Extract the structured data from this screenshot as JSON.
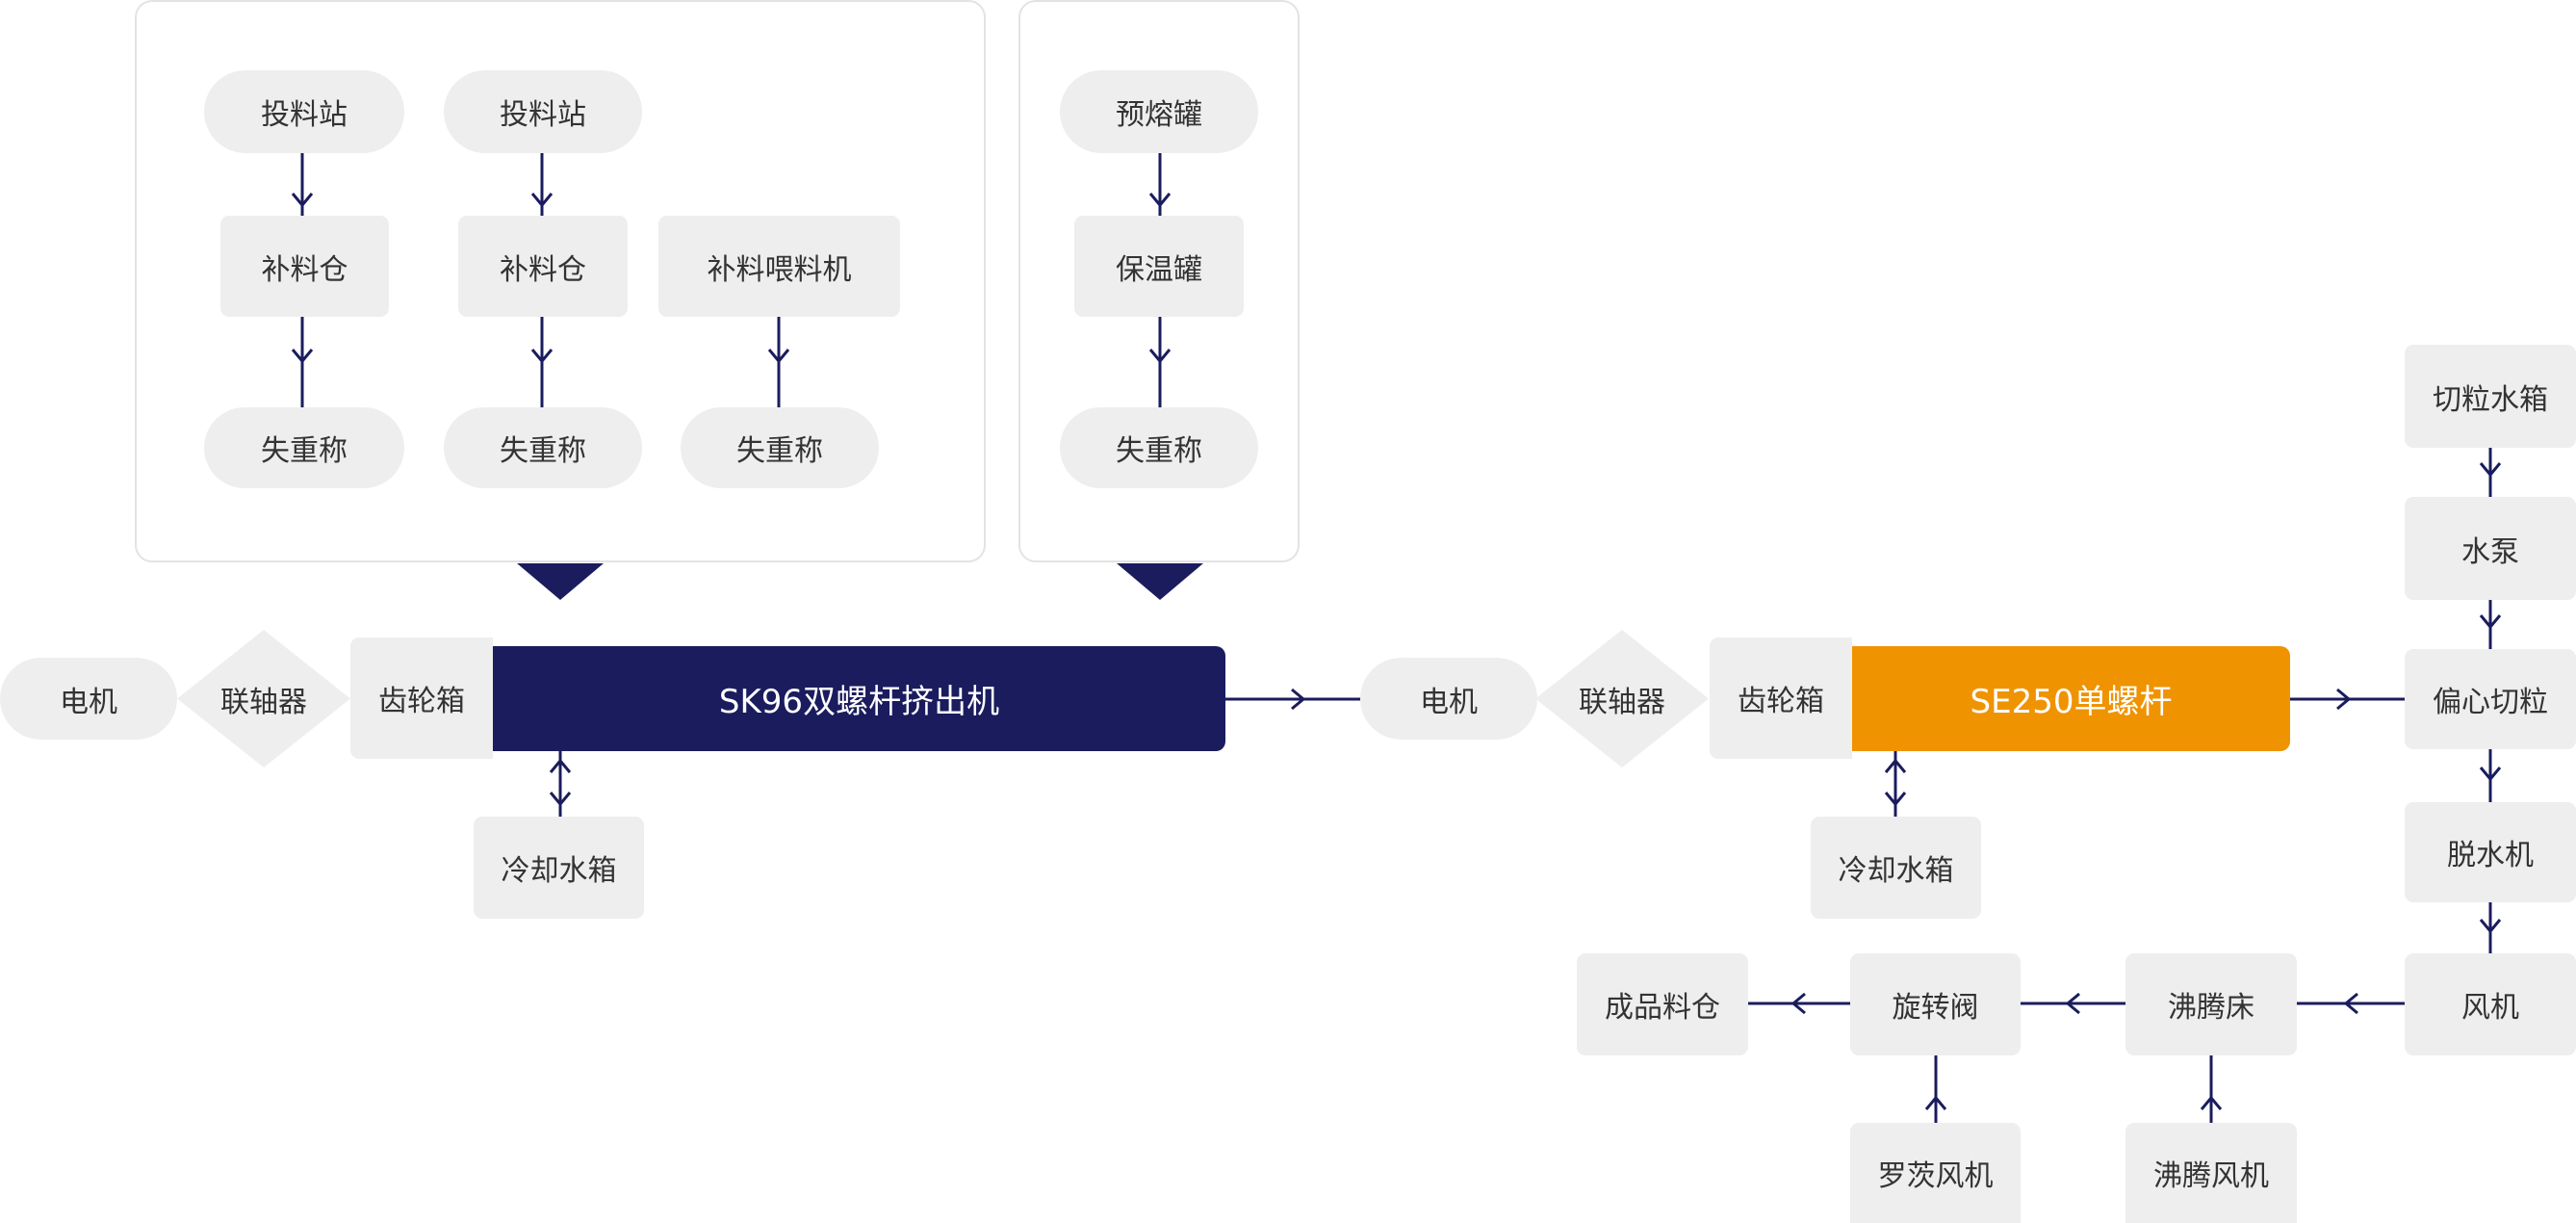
{
  "colors": {
    "accent_navy": "#1b1c5e",
    "accent_orange": "#f09300",
    "node_bg": "#eeeeee",
    "group_border": "#e3e3e3",
    "text": "#333333"
  },
  "feed_group_1": {
    "lines": [
      {
        "station": "投料站",
        "bin": "补料仓",
        "scale": "失重称"
      },
      {
        "station": "投料站",
        "bin": "补料仓",
        "scale": "失重称"
      },
      {
        "bin": "补料喂料机",
        "scale": "失重称"
      }
    ]
  },
  "feed_group_2": {
    "premelt": "预熔罐",
    "holding": "保温罐",
    "scale": "失重称"
  },
  "extruder_1": {
    "motor": "电机",
    "coupling": "联轴器",
    "gearbox": "齿轮箱",
    "name": "SK96双螺杆挤出机",
    "cooling": "冷却水箱"
  },
  "extruder_2": {
    "motor": "电机",
    "coupling": "联轴器",
    "gearbox": "齿轮箱",
    "name": "SE250单螺杆",
    "cooling": "冷却水箱"
  },
  "pelletizing": {
    "water_tank": "切粒水箱",
    "pump": "水泵",
    "cutter": "偏心切粒",
    "dewater": "脱水机",
    "fan": "风机",
    "fluid_bed": "沸腾床",
    "rotary_valve": "旋转阀",
    "product_bin": "成品料仓",
    "roots_blower": "罗茨风机",
    "fluid_bed_fan": "沸腾风机"
  }
}
